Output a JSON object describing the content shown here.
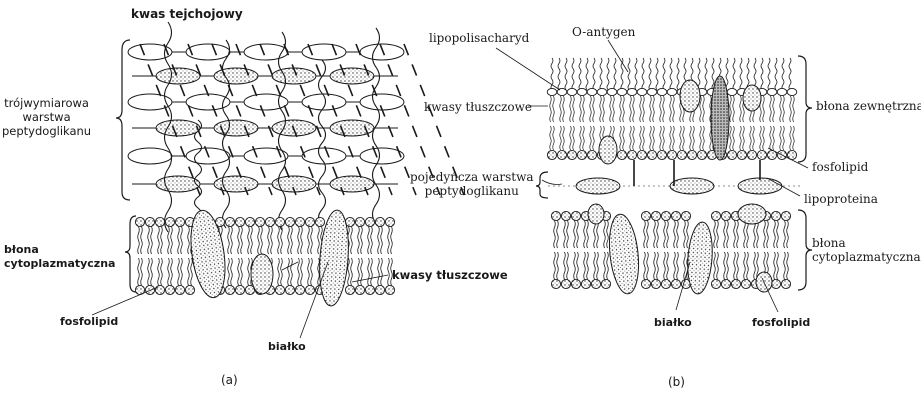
{
  "panel_a": {
    "label_top": "kwas tejchojowy",
    "label_peptido": "trójwymiarowa\nwarstwa\npeptydoglikanu",
    "label_membrane": "błona\ncytoplazmatyczna",
    "label_fatty": "kwasy tłuszczowe",
    "label_phospho": "fosfolipid",
    "label_protein": "białko",
    "caption": "(a)"
  },
  "panel_b": {
    "label_lps": "lipopolisacharyd",
    "label_oantigen": "O-antygen",
    "label_fatty": "kwasy tłuszczowe",
    "label_outer": "błona zewnętrzna",
    "label_phospho_top": "fosfolipid",
    "label_single": "pojedyńcza warstwa\npeptydoglikanu",
    "label_lipoprotein": "lipoproteina",
    "label_membrane": "błona\ncytoplazmatyczna",
    "label_protein": "białko",
    "label_phospho_bottom": "fosfolipid",
    "caption": "(b)"
  },
  "colors": {
    "ink": "#1a1a1a",
    "paper": "#ffffff",
    "stipple": "#555555"
  }
}
